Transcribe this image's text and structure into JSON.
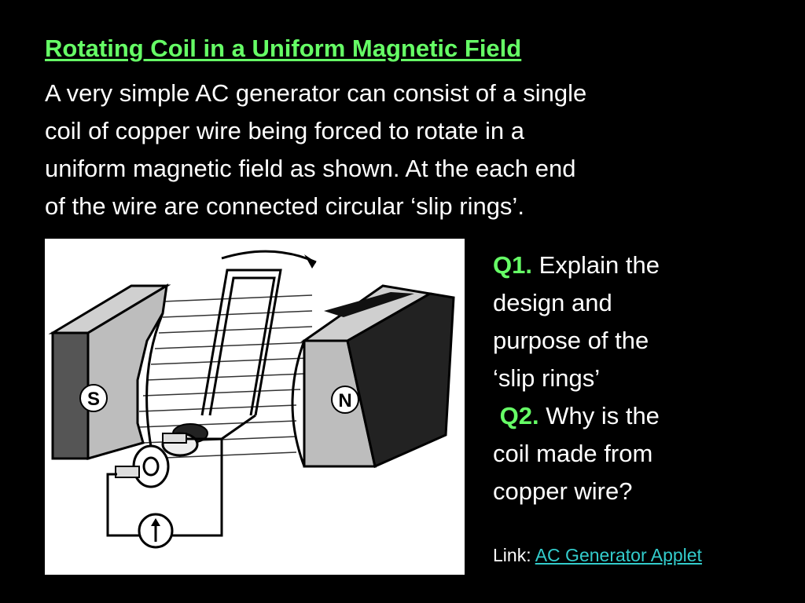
{
  "slide": {
    "title": "Rotating Coil in a Uniform Magnetic Field",
    "intro_lines": [
      "A very simple AC generator can consist of a single",
      "coil of copper wire being forced to rotate in a",
      "uniform magnetic field as shown.  At the each end",
      "of the wire are connected circular ‘slip rings’."
    ],
    "figure": {
      "south_label": "S",
      "north_label": "N"
    },
    "q1": {
      "label": "Q1.",
      "lines": [
        "Explain the",
        "design and",
        "purpose of the",
        "‘slip rings’"
      ]
    },
    "q2": {
      "label": "Q2.",
      "lines": [
        "Why is the",
        "coil made from",
        "copper wire?"
      ]
    },
    "link": {
      "prefix": "Link:",
      "text": "AC Generator Applet"
    }
  },
  "colors": {
    "background": "#000000",
    "accent_green": "#66ff66",
    "link_teal": "#33cccc"
  }
}
